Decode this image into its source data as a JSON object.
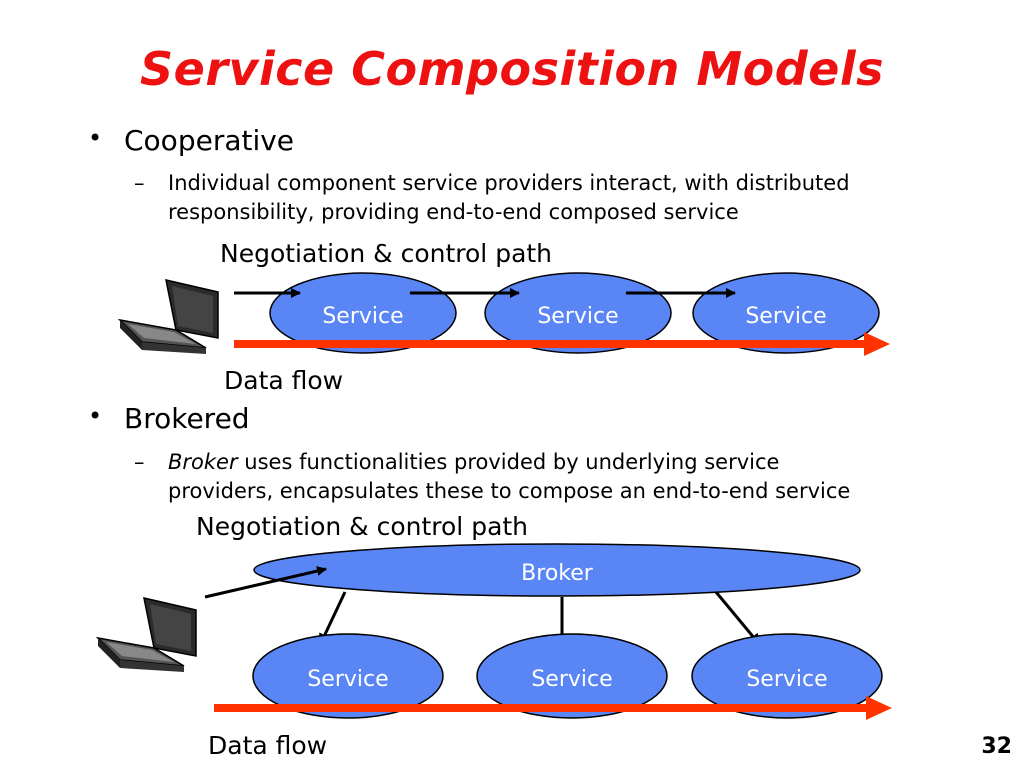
{
  "title": "Service Composition Models",
  "cooperative": {
    "heading": "Cooperative",
    "desc_line1": "Individual component service providers interact, with distributed",
    "desc_line2": "responsibility, providing end-to-end composed service",
    "control_label": "Negotiation & control path",
    "data_label": "Data flow",
    "services": [
      "Service",
      "Service",
      "Service"
    ]
  },
  "brokered": {
    "heading": "Brokered",
    "desc_italic": "Broker",
    "desc_line1_rest": " uses functionalities provided by underlying service",
    "desc_line2": "providers, encapsulates these to compose an end-to-end service",
    "control_label": "Negotiation & control path",
    "data_label": "Data flow",
    "broker_label": "Broker",
    "services": [
      "Service",
      "Service",
      "Service"
    ]
  },
  "page_number": "32",
  "colors": {
    "title": "#ee1111",
    "ellipse_fill": "#5a85f5",
    "data_flow": "#ff3300",
    "control": "#000000"
  },
  "icons": [
    "laptop-icon"
  ]
}
